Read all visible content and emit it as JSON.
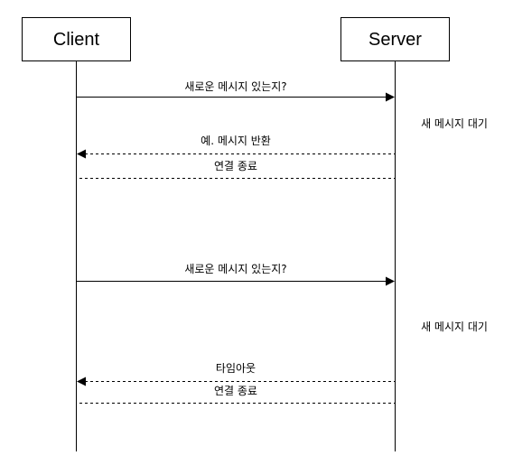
{
  "participants": {
    "client": "Client",
    "server": "Server"
  },
  "messages": {
    "m1": "새로운 메시지 있는지?",
    "m2": "예. 메시지 반환",
    "m3": "연결 종료",
    "m4": "새로운 메시지 있는지?",
    "m5": "타임아웃",
    "m6": "연결 종료"
  },
  "notes": {
    "n1": "새 메시지 대기",
    "n2": "새 메시지 대기"
  }
}
